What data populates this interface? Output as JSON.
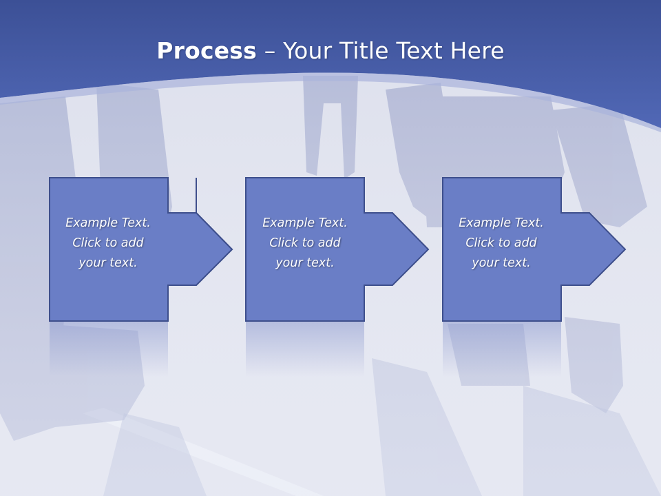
{
  "slide": {
    "title_bold": "Process",
    "title_dash": " – ",
    "title_rest": "Your Title Text Here",
    "steps": [
      {
        "lines": [
          "Example Text.",
          "Click  to add",
          "your text."
        ]
      },
      {
        "lines": [
          "Example Text.",
          "Click  to add",
          "your text."
        ]
      },
      {
        "lines": [
          "Example Text.",
          "Click  to add",
          "your text."
        ]
      }
    ]
  },
  "colors": {
    "header_blue": "#4a60a8",
    "shape_fill": "#6a7ec6",
    "shape_outline": "#3e4f8c",
    "text": "#ffffff"
  }
}
